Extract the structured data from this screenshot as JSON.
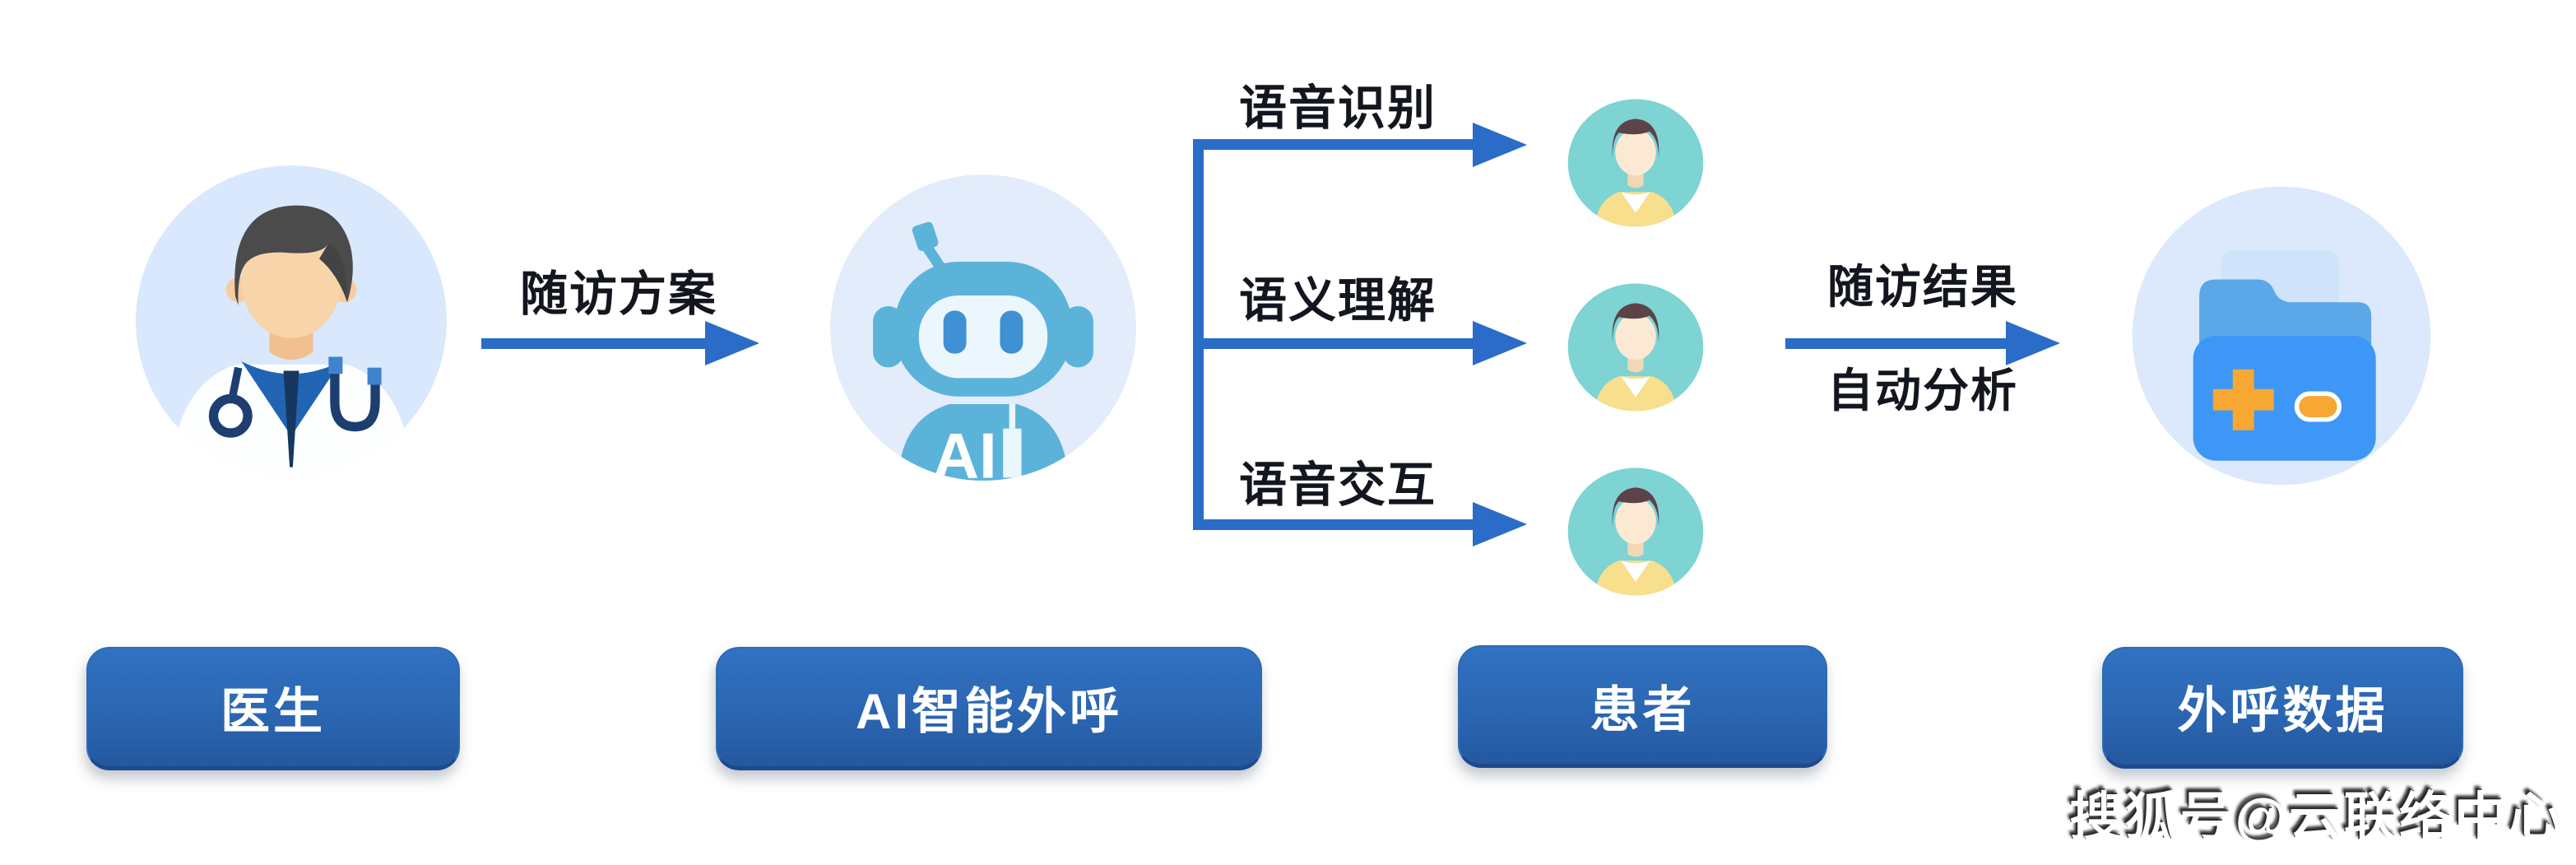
{
  "diagram": {
    "nodes": {
      "doctor": {
        "label": "医生"
      },
      "ai": {
        "label": "AI智能外呼",
        "badge": "AI"
      },
      "patient": {
        "label": "患者"
      },
      "data": {
        "label": "外呼数据"
      }
    },
    "edges": {
      "plan": {
        "label": "随访方案"
      },
      "branches": {
        "labels": [
          "语音识别",
          "语义理解",
          "语音交互"
        ]
      },
      "result": {
        "label_line1": "随访结果",
        "label_line2": "自动分析"
      }
    },
    "watermark": "搜狐号@云联络中心"
  },
  "colors": {
    "arrow-blue": "#2a6cc8",
    "node-button-blue": "#2b66b2",
    "circle-bg": "#dbe8fb",
    "robot-blue": "#5cb3da",
    "patient-teal": "#7ed3d3",
    "folder-blue": "#3e97f6",
    "accent-orange": "#f6a833",
    "label-text": "#14161f",
    "button-text": "#ffffff"
  }
}
